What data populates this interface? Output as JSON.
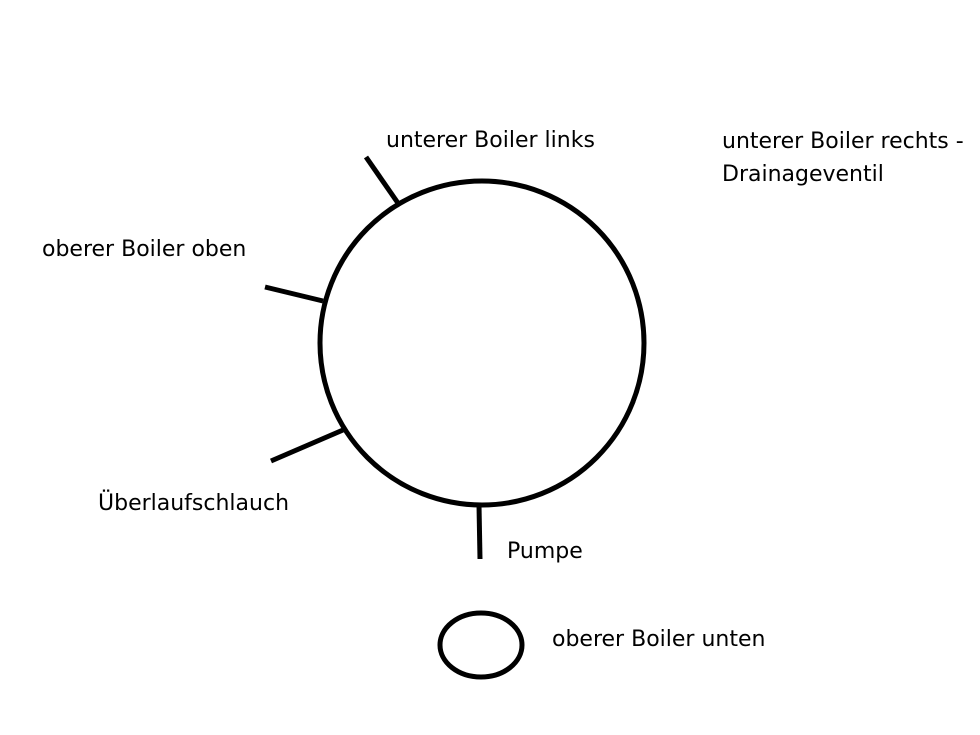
{
  "diagram": {
    "labels": {
      "unterer_boiler_links": "unterer Boiler links",
      "unterer_boiler_rechts_line1": "unterer Boiler rechts -",
      "unterer_boiler_rechts_line2": "Drainageventil",
      "oberer_boiler_oben": "oberer Boiler oben",
      "ueberlaufschlauch": "Überlaufschlauch",
      "pumpe": "Pumpe",
      "oberer_boiler_unten": "oberer Boiler unten"
    },
    "colors": {
      "stroke": "#000000",
      "background": "#ffffff"
    }
  }
}
